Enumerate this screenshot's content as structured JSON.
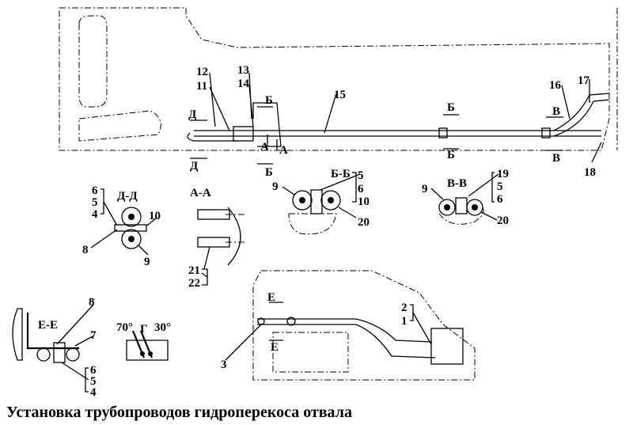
{
  "title": "Установка трубопроводов гидроперекоса отвала",
  "labels": {
    "main_view": [
      "12",
      "11",
      "13",
      "14",
      "15",
      "Д",
      "Д",
      "А",
      "А",
      "Б",
      "Б",
      "Б",
      "Б",
      "В",
      "В",
      "16",
      "17",
      "18"
    ],
    "section_dd": [
      "Д-Д",
      "6",
      "5",
      "4",
      "10",
      "8",
      "9"
    ],
    "section_aa": [
      "А-А",
      "21",
      "22"
    ],
    "section_bb": [
      "Б-Б",
      "9",
      "5",
      "6",
      "10",
      "20"
    ],
    "section_vv": [
      "В-В",
      "9",
      "19",
      "5",
      "6",
      "20"
    ],
    "section_ee": [
      "Е-Е",
      "8",
      "7",
      "6",
      "5",
      "4"
    ],
    "view_g": [
      "70°",
      "Г",
      "30°"
    ],
    "lower_view": [
      "Е",
      "Е",
      "3",
      "2",
      "1"
    ]
  }
}
